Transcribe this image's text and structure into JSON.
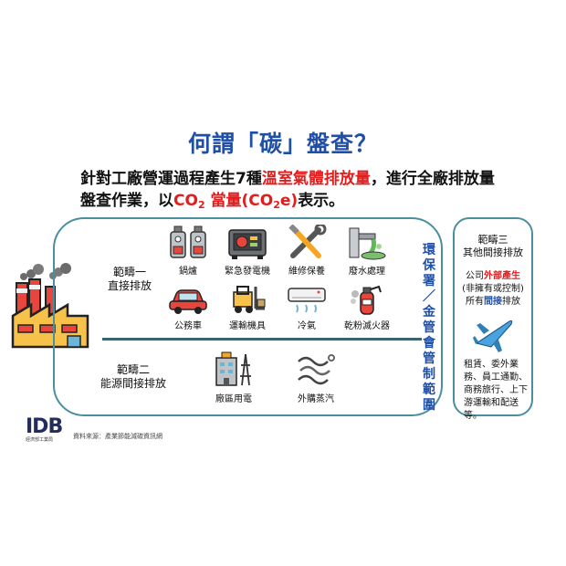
{
  "title": "何謂「碳」盤查？",
  "intro": {
    "line1_a": "針對工廠營運過程產生7種",
    "line1_red": "溫室氣體排放量",
    "line1_b": "，進行全廠排放量",
    "line2_a": "盤查作業，以",
    "co2_a": "CO",
    "co2_sub": "2",
    "line2_red_b": " 當量(CO",
    "co2_sub2": "2",
    "line2_red_c": "e)",
    "line2_c": "表示。"
  },
  "scope1": {
    "label_line1": "範疇一",
    "label_line2": "直接排放"
  },
  "scope2": {
    "label_line1": "範疇二",
    "label_line2": "能源間接排放"
  },
  "scope3": {
    "label_line1": "範疇三",
    "label_line2": "其他間接排放",
    "desc_a": "公司",
    "desc_red": "外部產生",
    "desc_line2": "(非擁有或控制)",
    "desc_c": "所有",
    "desc_blue": "間接",
    "desc_d": "排放",
    "list": "租賃、委外業務、員工通勤、商務旅行、上下游運輸和配送等。"
  },
  "vertical_label": [
    "環",
    "保",
    "署",
    "／",
    "金",
    "管",
    "會",
    "管",
    "制",
    "範",
    "圍"
  ],
  "scope1_items": [
    {
      "label": "鍋爐",
      "icon": "boiler-icon"
    },
    {
      "label": "緊急發電機",
      "icon": "generator-icon"
    },
    {
      "label": "維修保養",
      "icon": "tools-icon"
    },
    {
      "label": "廢水處理",
      "icon": "wastewater-icon"
    },
    {
      "label": "公務車",
      "icon": "car-icon"
    },
    {
      "label": "運輸機具",
      "icon": "forklift-icon"
    },
    {
      "label": "冷氣",
      "icon": "air-conditioner-icon"
    },
    {
      "label": "乾粉滅火器",
      "icon": "fire-extinguisher-icon"
    }
  ],
  "scope2_items": [
    {
      "label": "廠區用電",
      "icon": "power-building-icon"
    },
    {
      "label": "外購蒸汽",
      "icon": "steam-icon"
    }
  ],
  "logo": {
    "mark": "IDB",
    "sub": "經濟部工業局"
  },
  "source": "資料來源：產業節能減碳資訊網"
}
